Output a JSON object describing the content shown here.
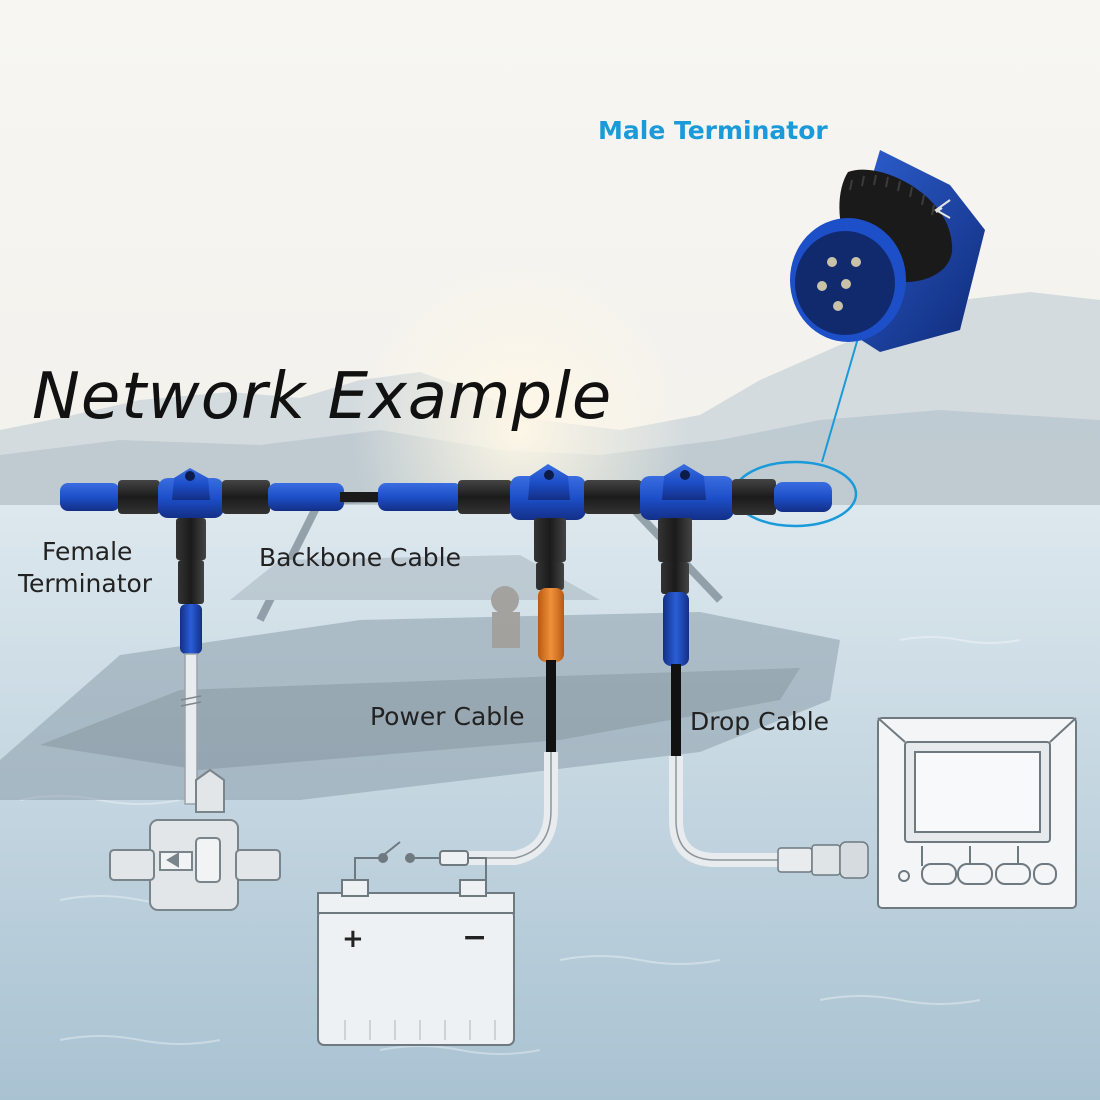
{
  "diagram": {
    "title": "Network Example",
    "labels": {
      "male_terminator": "Male Terminator",
      "female_terminator_line1": "Female",
      "female_terminator_line2": "Terminator",
      "backbone_cable": "Backbone Cable",
      "power_cable": "Power Cable",
      "drop_cable": "Drop Cable"
    },
    "battery": {
      "positive": "+",
      "negative": "−"
    },
    "colors": {
      "connector_blue": "#1d4fc9",
      "connector_dark": "#15297a",
      "power_orange": "#e8822c",
      "accent_label": "#1a9ad9",
      "callout_line": "#1a9ad9",
      "sky": "#f3f2ee",
      "water": "#b9cedb"
    }
  }
}
